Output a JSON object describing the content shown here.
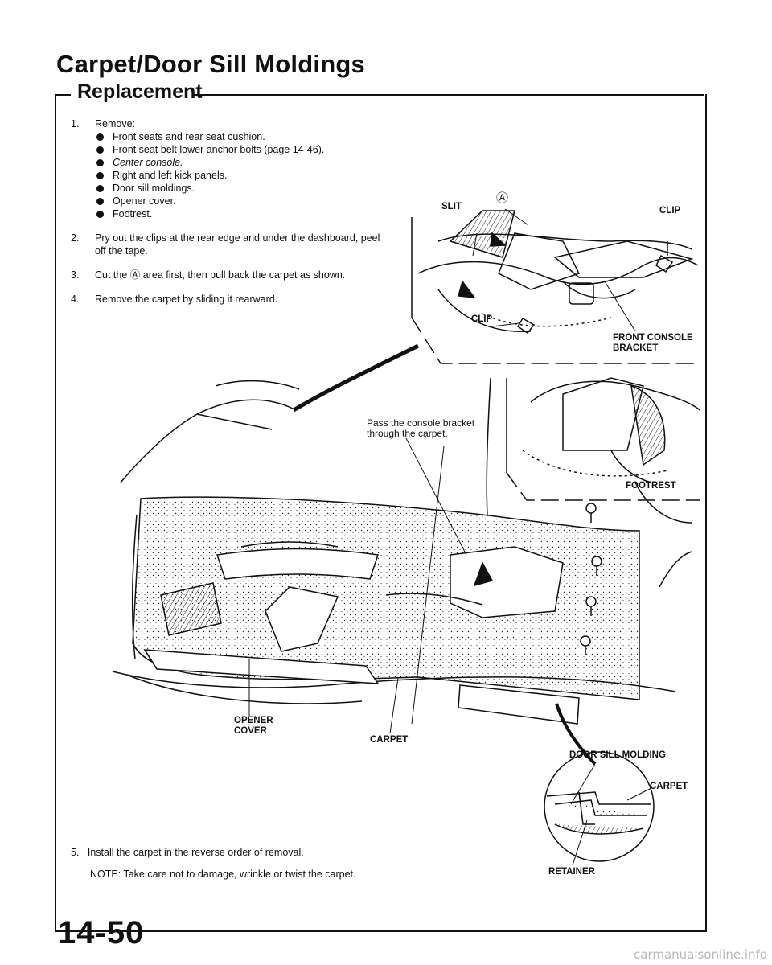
{
  "document": {
    "title": "Carpet/Door Sill Moldings",
    "section": "Replacement",
    "steps": [
      {
        "num": "1.",
        "text": "Remove:",
        "bullets": [
          "Front seats and rear seat cushion.",
          "Front seat belt lower anchor bolts (page 14-46).",
          "Center console.",
          "Right and left kick panels.",
          "Door sill moldings.",
          "Opener cover.",
          "Footrest."
        ]
      },
      {
        "num": "2.",
        "text": "Pry out the clips at the rear edge and under the dashboard, peel off the tape."
      },
      {
        "num": "3.",
        "text": "Cut the Ⓐ area first, then pull back the carpet as shown."
      },
      {
        "num": "4.",
        "text": "Remove the carpet by sliding it rearward."
      }
    ],
    "step5": {
      "num": "5.",
      "text": "Install the carpet in the reverse order of removal."
    },
    "note": "NOTE: Take care not to damage, wrinkle or twist the carpet.",
    "page_number": "14-50",
    "watermark": "carmanualsonline.info"
  },
  "callouts": {
    "slit": "SLIT",
    "area_a": "Ⓐ",
    "clip_top": "CLIP",
    "clip_left": "CLIP",
    "front_console_bracket": "FRONT CONSOLE\nBRACKET",
    "pass_console": "Pass the console bracket\nthrough the carpet.",
    "footrest": "FOOTREST",
    "opener_cover": "OPENER\nCOVER",
    "carpet_main": "CARPET",
    "door_sill_molding": "DOOR SILL MOLDING",
    "carpet_detail": "CARPET",
    "retainer": "RETAINER"
  }
}
